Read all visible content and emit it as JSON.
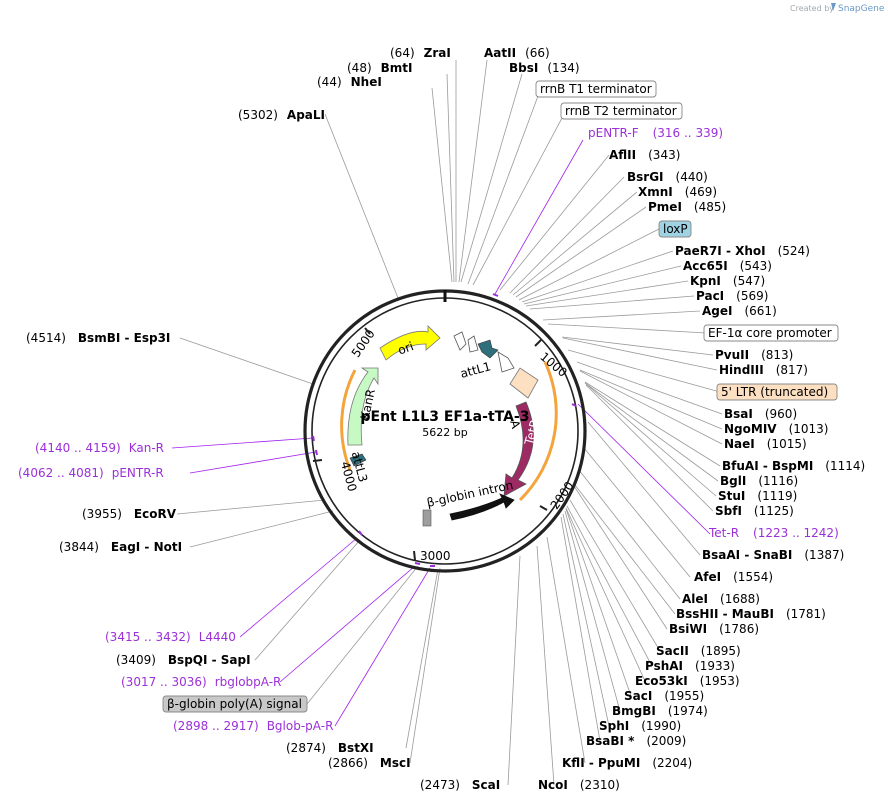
{
  "credit": {
    "prefix": "Created by",
    "brand": "SnapGene"
  },
  "plasmid": {
    "name": "pEnt L1L3 EF1a-tTA-3",
    "size": "5622 bp"
  },
  "ticks": [
    "1000",
    "2000",
    "3000",
    "4000",
    "5000"
  ],
  "enzymes": [
    {
      "id": "zrai",
      "pos": "(64)",
      "name": "ZraI"
    },
    {
      "id": "aatii",
      "pos": "(66)",
      "name": "AatII"
    },
    {
      "id": "bmti",
      "pos": "(48)",
      "name": "BmtI"
    },
    {
      "id": "bbsi",
      "pos": "(134)",
      "name": "BbsI"
    },
    {
      "id": "nhei",
      "pos": "(44)",
      "name": "NheI"
    },
    {
      "id": "apali",
      "pos": "(5302)",
      "name": "ApaLI"
    },
    {
      "id": "aflii",
      "pos": "(343)",
      "name": "AflII"
    },
    {
      "id": "bsrgi",
      "pos": "(440)",
      "name": "BsrGI"
    },
    {
      "id": "xmni",
      "pos": "(469)",
      "name": "XmnI"
    },
    {
      "id": "pmei",
      "pos": "(485)",
      "name": "PmeI"
    },
    {
      "id": "paer7i",
      "pos": "(524)",
      "name": "PaeR7I  - XhoI"
    },
    {
      "id": "acc65i",
      "pos": "(543)",
      "name": "Acc65I"
    },
    {
      "id": "kpni",
      "pos": "(547)",
      "name": "KpnI"
    },
    {
      "id": "paci",
      "pos": "(569)",
      "name": "PacI"
    },
    {
      "id": "agei",
      "pos": "(661)",
      "name": "AgeI"
    },
    {
      "id": "pvuii",
      "pos": "(813)",
      "name": "PvuII"
    },
    {
      "id": "hindiii",
      "pos": "(817)",
      "name": "HindIII"
    },
    {
      "id": "bsai",
      "pos": "(960)",
      "name": "BsaI"
    },
    {
      "id": "ngomiv",
      "pos": "(1013)",
      "name": "NgoMIV"
    },
    {
      "id": "naei",
      "pos": "(1015)",
      "name": "NaeI"
    },
    {
      "id": "bfuai",
      "pos": "(1114)",
      "name": "BfuAI  - BspMI"
    },
    {
      "id": "bgli",
      "pos": "(1116)",
      "name": "BglI"
    },
    {
      "id": "stui",
      "pos": "(1119)",
      "name": "StuI"
    },
    {
      "id": "sbfi",
      "pos": "(1125)",
      "name": "SbfI"
    },
    {
      "id": "bsaai",
      "pos": "(1387)",
      "name": "BsaAI  - SnaBI"
    },
    {
      "id": "afei",
      "pos": "(1554)",
      "name": "AfeI"
    },
    {
      "id": "alei",
      "pos": "(1688)",
      "name": "AleI"
    },
    {
      "id": "bsshii",
      "pos": "(1781)",
      "name": "BssHII  - MauBI"
    },
    {
      "id": "bsiwi",
      "pos": "(1786)",
      "name": "BsiWI"
    },
    {
      "id": "sacii",
      "pos": "(1895)",
      "name": "SacII"
    },
    {
      "id": "pshai",
      "pos": "(1933)",
      "name": "PshAI"
    },
    {
      "id": "eco53ki",
      "pos": "(1953)",
      "name": "Eco53kI"
    },
    {
      "id": "saci",
      "pos": "(1955)",
      "name": "SacI"
    },
    {
      "id": "bmgbi",
      "pos": "(1974)",
      "name": "BmgBI"
    },
    {
      "id": "sphi",
      "pos": "(1990)",
      "name": "SphI"
    },
    {
      "id": "bsabi",
      "pos": "(2009)",
      "name": "BsaBI *"
    },
    {
      "id": "kfli",
      "pos": "(2204)",
      "name": "KflI  - PpuMI"
    },
    {
      "id": "ncoi",
      "pos": "(2310)",
      "name": "NcoI"
    },
    {
      "id": "scai",
      "pos": "(2473)",
      "name": "ScaI"
    },
    {
      "id": "msci",
      "pos": "(2866)",
      "name": "MscI"
    },
    {
      "id": "bstxi",
      "pos": "(2874)",
      "name": "BstXI"
    },
    {
      "id": "bspqi",
      "pos": "(3409)",
      "name": "BspQI  - SapI"
    },
    {
      "id": "eagi",
      "pos": "(3844)",
      "name": "EagI  - NotI"
    },
    {
      "id": "ecorv",
      "pos": "(3955)",
      "name": "EcoRV"
    },
    {
      "id": "bsmbi",
      "pos": "(4514)",
      "name": "BsmBI  - Esp3I"
    }
  ],
  "primers": [
    {
      "id": "pentr_f",
      "name": "pENTR-F",
      "range": "(316 .. 339)"
    },
    {
      "id": "tet_r",
      "name": "Tet-R",
      "range": "(1223 .. 1242)"
    },
    {
      "id": "l4440",
      "name": "L4440",
      "range": "(3415 .. 3432)"
    },
    {
      "id": "rbglobpa_r",
      "name": "rbglobpA-R",
      "range": "(3017 .. 3036)"
    },
    {
      "id": "bglob_pa_r",
      "name": "Bglob-pA-R",
      "range": "(2898 .. 2917)"
    },
    {
      "id": "kan_r",
      "name": "Kan-R",
      "range": "(4140 .. 4159)"
    },
    {
      "id": "pentr_r",
      "name": "pENTR-R",
      "range": "(4062 .. 4081)"
    }
  ],
  "boxed_features": [
    {
      "id": "rrnb_t1",
      "label": "rrnB T1 terminator",
      "fill": "#ffffff"
    },
    {
      "id": "rrnb_t2",
      "label": "rrnB T2 terminator",
      "fill": "#ffffff"
    },
    {
      "id": "loxp",
      "label": "loxP",
      "fill": "#9fd3e3"
    },
    {
      "id": "ef1a",
      "label": "EF-1α core promoter",
      "fill": "#ffffff"
    },
    {
      "id": "ltr",
      "label": "5' LTR (truncated)",
      "fill": "#fde0c2"
    },
    {
      "id": "bglob_polya",
      "label": "β-globin poly(A) signal",
      "fill": "#c8c8c8"
    }
  ],
  "features": {
    "ori": "ori",
    "kanr": "KanR",
    "tetr": "TetR",
    "attl1": "attL1",
    "attl3": "attL3",
    "bglobin_intron": "β-globin intron",
    "tta": "A"
  },
  "colors": {
    "ori": "#ffff00",
    "kanr": "#c7f9c4",
    "tetr": "#9e2a64",
    "att": "#2f6f7c",
    "ltr": "#fde0c2",
    "loxp": "#9fd3e3",
    "primer": "#9b30d9",
    "orange_arc": "#f4a43c"
  }
}
